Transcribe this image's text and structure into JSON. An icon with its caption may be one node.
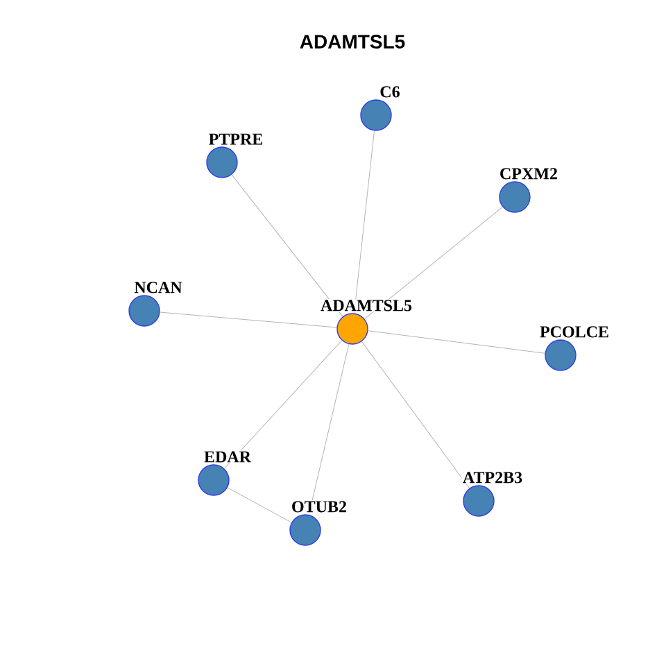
{
  "diagram": {
    "title": "ADAMTSL5",
    "nodes": [
      {
        "text": [
          "C6"
        ]
      },
      {
        "text": [
          "PTPRE"
        ]
      },
      {
        "text": [
          "CPXM2"
        ]
      },
      {
        "text": [
          "NCAN"
        ]
      },
      {
        "text": [
          "ADAMTSL5"
        ]
      },
      {
        "text": [
          "PCOLCE"
        ]
      },
      {
        "text": [
          "EDAR"
        ]
      },
      {
        "text": [
          "ATP2B3"
        ]
      },
      {
        "text": [
          "OTUB2"
        ]
      }
    ],
    "edges": [
      {
        "from": 4,
        "to": 0,
        "arrow": "none"
      },
      {
        "from": 4,
        "to": 1,
        "arrow": "none"
      },
      {
        "from": 4,
        "to": 2,
        "arrow": "none"
      },
      {
        "from": 4,
        "to": 3,
        "arrow": "none"
      },
      {
        "from": 4,
        "to": 5,
        "arrow": "none"
      },
      {
        "from": 4,
        "to": 6,
        "arrow": "none"
      },
      {
        "from": 4,
        "to": 7,
        "arrow": "none"
      },
      {
        "from": 4,
        "to": 8,
        "arrow": "none"
      },
      {
        "from": 6,
        "to": 8,
        "arrow": "none"
      }
    ]
  }
}
